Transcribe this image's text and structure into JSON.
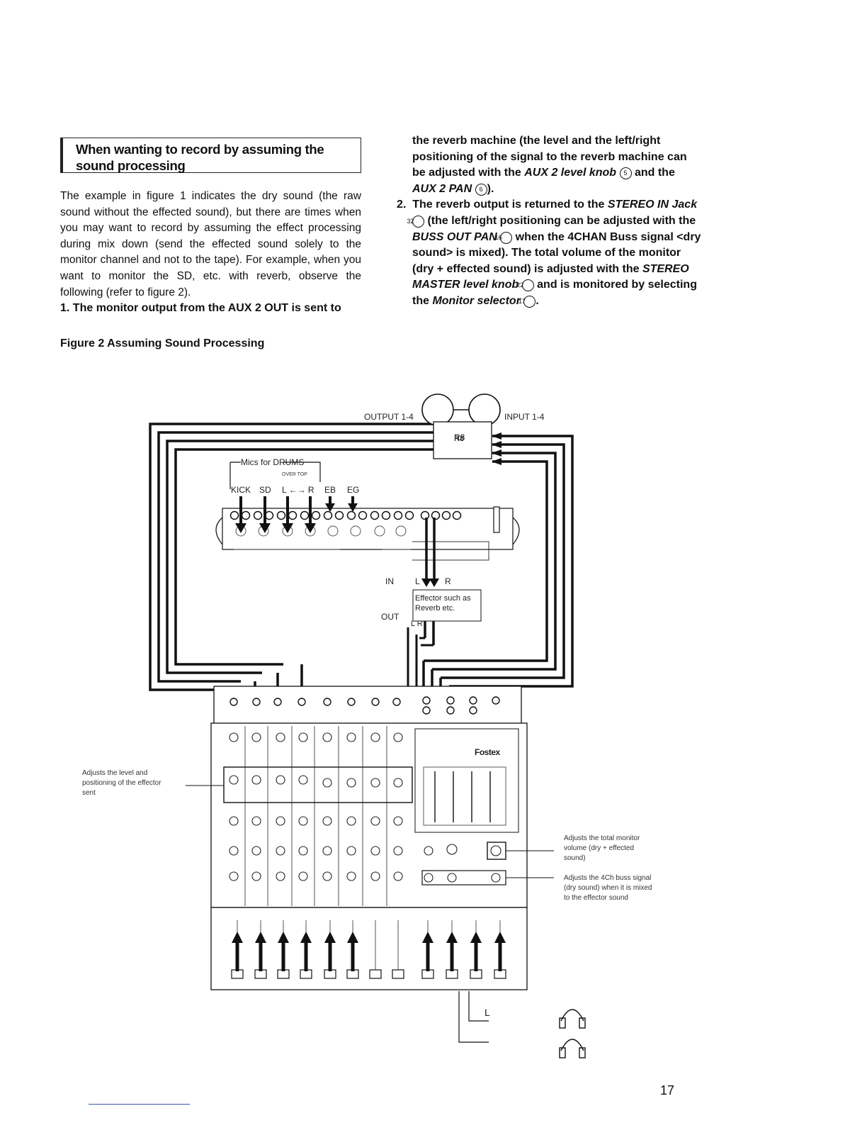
{
  "heading": {
    "line1": "When wanting to record by assuming the",
    "line2": "sound processing"
  },
  "left_column": {
    "paragraph": "The example in figure 1 indicates the dry sound (the raw sound without the effected sound), but there are times when you may want to record by assuming the effect processing during mix down (send the effected sound solely to the monitor channel and not to the tape). For example, when you want to monitor the SD, etc. with reverb, observe the following (refer to figure 2).",
    "step1_num": "1.",
    "step1_text": "The monitor output from the AUX 2 OUT is sent to"
  },
  "right_column": {
    "cont_a": "the reverb machine (the level and the left/right positioning of the signal to the reverb machine can be adjusted with the ",
    "aux2_level": "AUX 2 level knob",
    "ref5": "5",
    "and_the": " and the",
    "aux2_pan": "AUX 2 PAN",
    "ref6": "6",
    "close1": ").",
    "step2_num": "2.",
    "step2_a": "The reverb output is returned to the ",
    "stereo_in": "STEREO IN Jack",
    "ref32": "32",
    "step2_b": " (the left/right positioning can be adjusted with the ",
    "buss_out_pan": "BUSS OUT PAN",
    "ref16": "16",
    "step2_c": " when the 4CHAN Buss signal <dry sound> is mixed). The total volume of the monitor (dry + effected sound) is adjusted with the ",
    "stereo_master": "STEREO MASTER level knob",
    "ref22": "22",
    "step2_d": " and is monitored by selecting the ",
    "monitor_selector": "Monitor selector",
    "ref17": "17",
    "step2_end": "."
  },
  "figure_caption": "Figure 2  Assuming Sound Processing",
  "diagram": {
    "output_label": "OUTPUT 1-4",
    "input_label": "INPUT 1-4",
    "recorder_label": "R8",
    "mics_label": "Mics for DRUMS",
    "overtop_label": "OVER TOP",
    "kick": "KICK",
    "sd": "SD",
    "lr": "L ←→ R",
    "eb": "EB",
    "eg": "EG",
    "in_label": "IN",
    "out_label": "OUT",
    "l_label": "L",
    "r_label": "R",
    "lr_out": "L R",
    "effector_line1": "Effector such as",
    "effector_line2": "Reverb etc.",
    "brand": "Fostex",
    "note_left": [
      "Adjusts the level and",
      "positioning of the effector",
      "sent"
    ],
    "note_right1": [
      "Adjusts the total monitor",
      "volume (dry + effected",
      "sound)"
    ],
    "note_right2": [
      "Adjusts the 4Ch buss signal",
      "(dry sound) when it is mixed",
      "to the effector sound"
    ],
    "speaker_l": "L"
  },
  "page_number": "17"
}
